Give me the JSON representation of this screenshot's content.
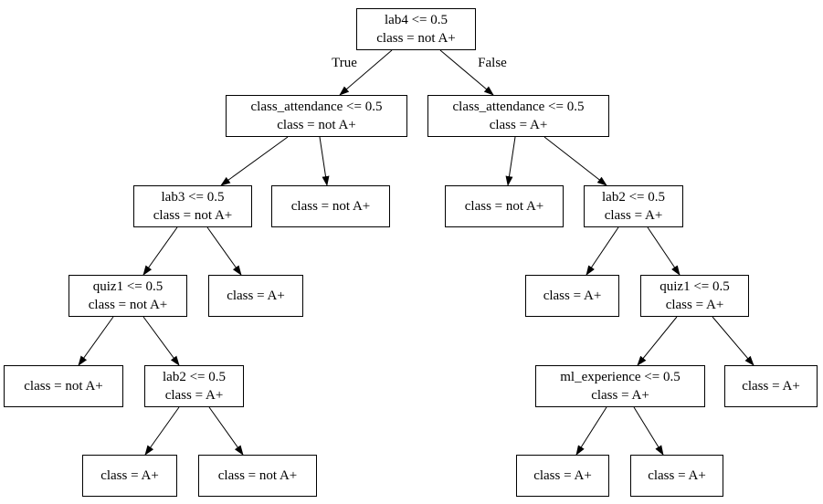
{
  "tree": {
    "nodes": [
      {
        "condition": "lab4 <= 0.5",
        "prediction": "class = not A+"
      },
      {
        "condition": "class_attendance <= 0.5",
        "prediction": "class = not A+"
      },
      {
        "condition": "lab3 <= 0.5",
        "prediction": "class = not A+"
      },
      {
        "condition": "quiz1 <= 0.5",
        "prediction": "class = not A+"
      },
      {
        "prediction": "class = not A+"
      },
      {
        "condition": "lab2 <= 0.5",
        "prediction": "class = A+"
      },
      {
        "prediction": "class = A+"
      },
      {
        "prediction": "class = not A+"
      },
      {
        "prediction": "class = A+"
      },
      {
        "prediction": "class = not A+"
      },
      {
        "condition": "class_attendance <= 0.5",
        "prediction": "class = A+"
      },
      {
        "prediction": "class = not A+"
      },
      {
        "condition": "lab2 <= 0.5",
        "prediction": "class = A+"
      },
      {
        "prediction": "class = A+"
      },
      {
        "condition": "quiz1 <= 0.5",
        "prediction": "class = A+"
      },
      {
        "condition": "ml_experience <= 0.5",
        "prediction": "class = A+"
      },
      {
        "prediction": "class = A+"
      },
      {
        "prediction": "class = A+"
      },
      {
        "prediction": "class = A+"
      }
    ],
    "edges": [
      {
        "from": 0,
        "to": 1,
        "label": "True"
      },
      {
        "from": 0,
        "to": 10,
        "label": "False"
      },
      {
        "from": 1,
        "to": 2
      },
      {
        "from": 1,
        "to": 9
      },
      {
        "from": 10,
        "to": 11
      },
      {
        "from": 10,
        "to": 12
      },
      {
        "from": 2,
        "to": 3
      },
      {
        "from": 2,
        "to": 8
      },
      {
        "from": 12,
        "to": 13
      },
      {
        "from": 12,
        "to": 14
      },
      {
        "from": 3,
        "to": 4
      },
      {
        "from": 3,
        "to": 5
      },
      {
        "from": 14,
        "to": 15
      },
      {
        "from": 14,
        "to": 18
      },
      {
        "from": 5,
        "to": 6
      },
      {
        "from": 5,
        "to": 7
      },
      {
        "from": 15,
        "to": 16
      },
      {
        "from": 15,
        "to": 17
      }
    ]
  }
}
